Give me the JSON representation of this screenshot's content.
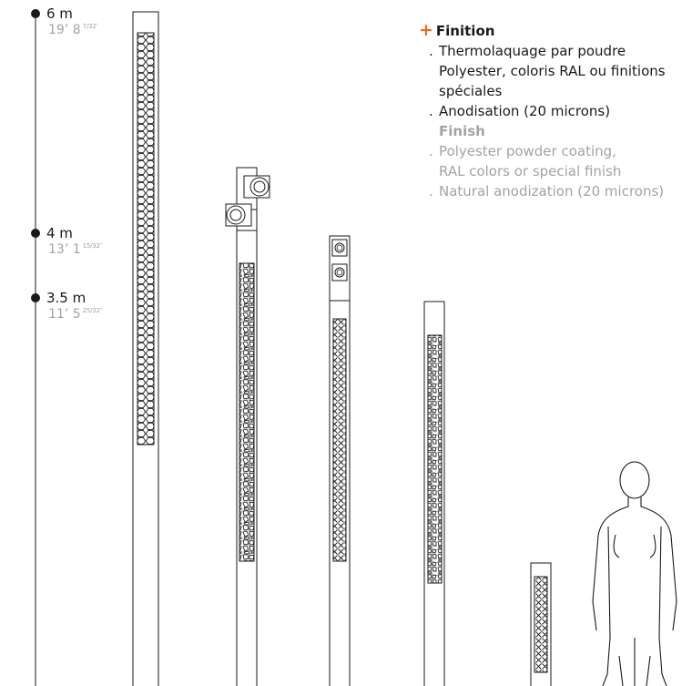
{
  "heights": [
    {
      "metric": "6 m",
      "imperial": "19’ 8",
      "fraction": "7/32″"
    },
    {
      "metric": "4 m",
      "imperial": "13’ 1",
      "fraction": "15/32″"
    },
    {
      "metric": "3.5 m",
      "imperial": "11’ 5",
      "fraction": "25/32″"
    }
  ],
  "finish": {
    "fr_title": "Finition",
    "fr_items": [
      "Thermolaquage par poudre",
      "Polyester, coloris RAL ou finitions",
      "spéciales",
      "Anodisation (20 microns)"
    ],
    "en_title": "Finish",
    "en_items": [
      "Polyester powder coating,",
      "RAL colors or special finish",
      "Natural anodization (20 microns)"
    ]
  },
  "colors": {
    "accent": "#f26a1b",
    "primary_text": "#1a1a1a",
    "secondary_text": "#a3a3a3",
    "line": "#1a1a1a"
  }
}
